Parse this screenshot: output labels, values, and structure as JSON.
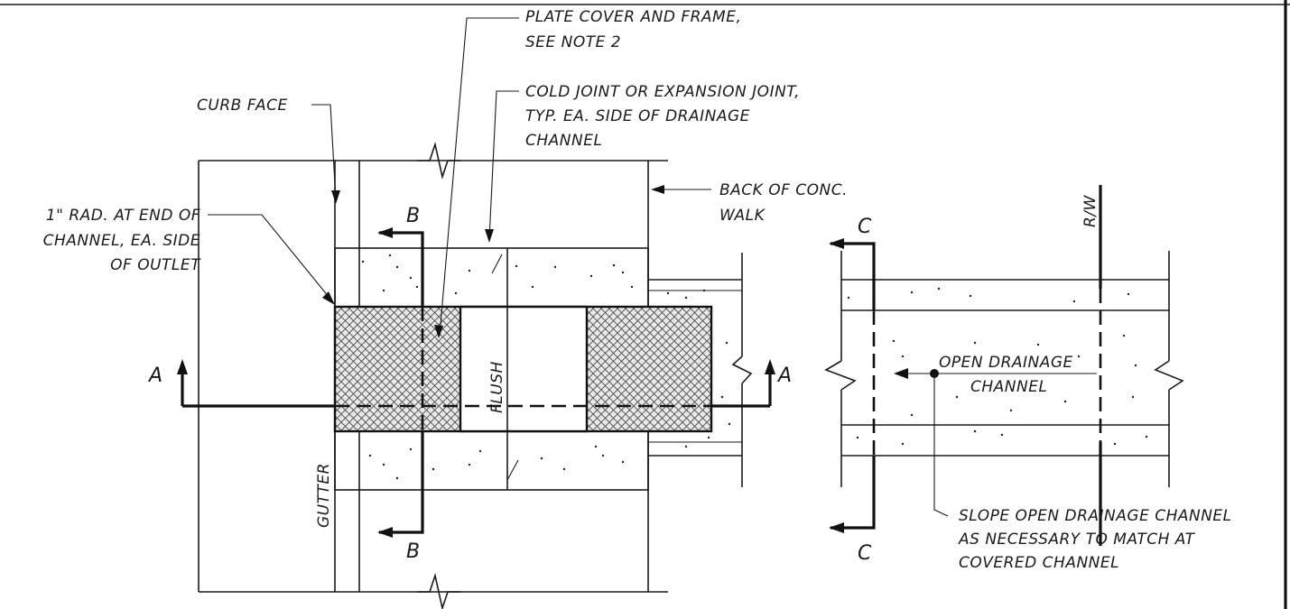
{
  "labels": {
    "plate_cover_1": "PLATE COVER AND FRAME,",
    "plate_cover_2": "SEE NOTE 2",
    "curb_face": "CURB FACE",
    "cold_joint_1": "COLD JOINT OR EXPANSION JOINT,",
    "cold_joint_2": "TYP. EA. SIDE OF DRAINAGE",
    "cold_joint_3": "CHANNEL",
    "back_walk_1": "BACK OF CONC.",
    "back_walk_2": "WALK",
    "rad_1": "1\" RAD. AT END OF",
    "rad_2": "CHANNEL, EA. SIDE",
    "rad_3": "OF OUTLET",
    "flush": "FLUSH",
    "gutter": "GUTTER",
    "rw": "R/W",
    "open_channel_1": "OPEN DRAINAGE",
    "open_channel_2": "CHANNEL",
    "slope_1": "SLOPE OPEN DRAINAGE CHANNEL",
    "slope_2": "AS NECESSARY TO MATCH AT",
    "slope_3": "COVERED CHANNEL"
  },
  "sections": {
    "a_left": "A",
    "a_right": "A",
    "b_top": "B",
    "b_bottom": "B",
    "c_top": "C",
    "c_bottom": "C"
  },
  "colors": {
    "ink": "#1a1a1a",
    "hatch": "#444444",
    "hatch_bg": "#e9e9e9",
    "paper": "#ffffff"
  }
}
